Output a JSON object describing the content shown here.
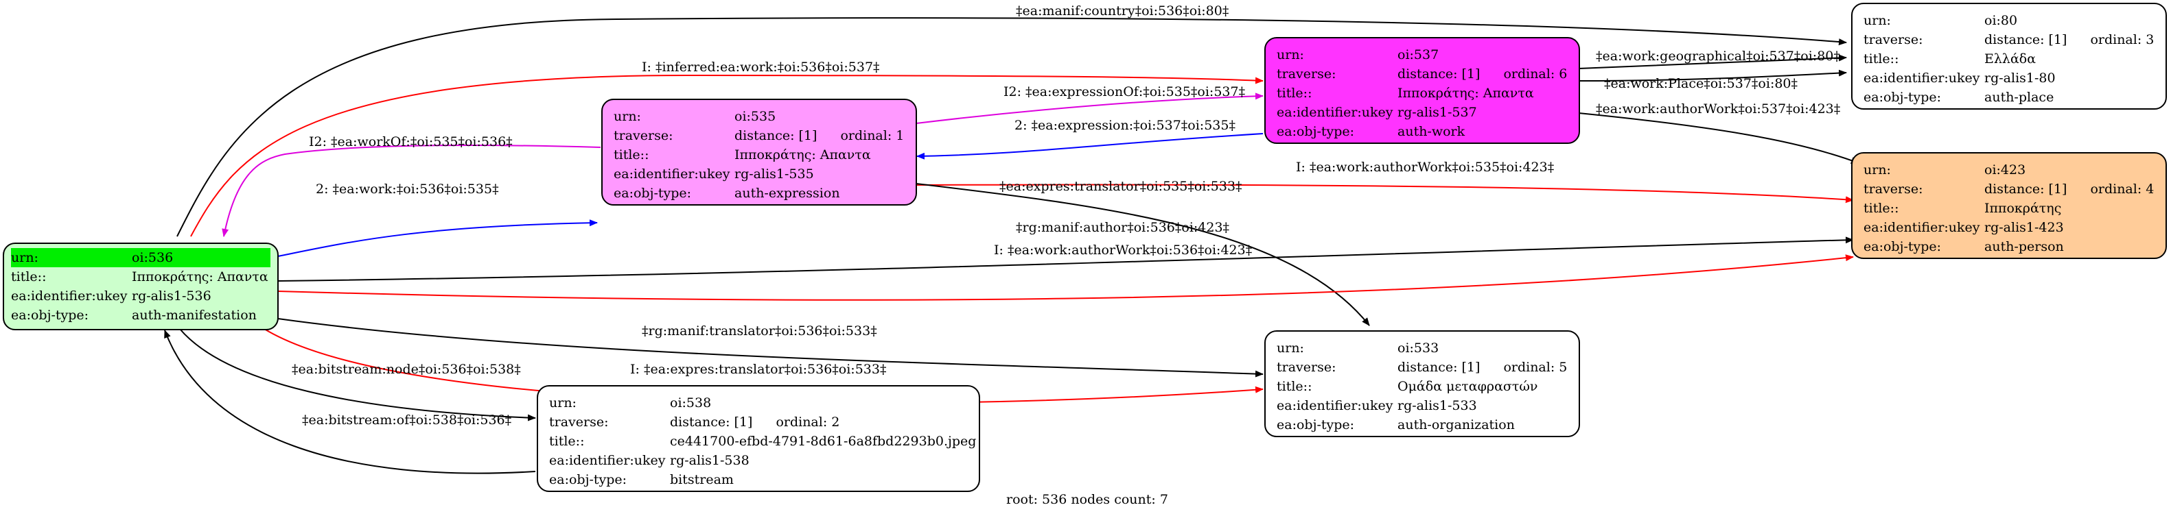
{
  "colors": {
    "root_fill": "#ccffcc",
    "root_highlight": "#00ee00",
    "expression_fill": "#ff99ff",
    "work_fill": "#ff33ff",
    "person_fill": "#ffcc99",
    "plain_fill": "#ffffff",
    "edge_black": "#000000",
    "edge_red": "#ff0000",
    "edge_blue": "#0000ff",
    "edge_magenta": "#dd00dd"
  },
  "nodes": {
    "oi536": {
      "rows": [
        {
          "k": "urn:",
          "v": "oi:536"
        },
        {
          "k": "title::",
          "v": "Ιπποκράτης: Απαντα"
        },
        {
          "k": "ea:identifier:ukey",
          "v": "rg-alis1-536"
        },
        {
          "k": "ea:obj-type:",
          "v": "auth-manifestation"
        }
      ]
    },
    "oi535": {
      "rows": [
        {
          "k": "urn:",
          "v": "oi:535"
        },
        {
          "k": "traverse:",
          "v": "distance: [1]",
          "extra": "ordinal: 1"
        },
        {
          "k": "title::",
          "v": "Ιπποκράτης: Απαντα"
        },
        {
          "k": "ea:identifier:ukey",
          "v": "rg-alis1-535"
        },
        {
          "k": "ea:obj-type:",
          "v": "auth-expression"
        }
      ]
    },
    "oi537": {
      "rows": [
        {
          "k": "urn:",
          "v": "oi:537"
        },
        {
          "k": "traverse:",
          "v": "distance: [1]",
          "extra": "ordinal: 6"
        },
        {
          "k": "title::",
          "v": "Ιπποκράτης: Απαντα"
        },
        {
          "k": "ea:identifier:ukey",
          "v": "rg-alis1-537"
        },
        {
          "k": "ea:obj-type:",
          "v": "auth-work"
        }
      ]
    },
    "oi80": {
      "rows": [
        {
          "k": "urn:",
          "v": "oi:80"
        },
        {
          "k": "traverse:",
          "v": "distance: [1]",
          "extra": "ordinal: 3"
        },
        {
          "k": "title::",
          "v": "Ελλάδα"
        },
        {
          "k": "ea:identifier:ukey",
          "v": "rg-alis1-80"
        },
        {
          "k": "ea:obj-type:",
          "v": "auth-place"
        }
      ]
    },
    "oi423": {
      "rows": [
        {
          "k": "urn:",
          "v": "oi:423"
        },
        {
          "k": "traverse:",
          "v": "distance: [1]",
          "extra": "ordinal: 4"
        },
        {
          "k": "title::",
          "v": "Ιπποκράτης"
        },
        {
          "k": "ea:identifier:ukey",
          "v": "rg-alis1-423"
        },
        {
          "k": "ea:obj-type:",
          "v": "auth-person"
        }
      ]
    },
    "oi533": {
      "rows": [
        {
          "k": "urn:",
          "v": "oi:533"
        },
        {
          "k": "traverse:",
          "v": "distance: [1]",
          "extra": "ordinal: 5"
        },
        {
          "k": "title::",
          "v": "Ομάδα μεταφραστών"
        },
        {
          "k": "ea:identifier:ukey",
          "v": "rg-alis1-533"
        },
        {
          "k": "ea:obj-type:",
          "v": "auth-organization"
        }
      ]
    },
    "oi538": {
      "rows": [
        {
          "k": "urn:",
          "v": "oi:538"
        },
        {
          "k": "traverse:",
          "v": "distance: [1]",
          "extra": "ordinal: 2"
        },
        {
          "k": "title::",
          "v": "ce441700-efbd-4791-8d61-6a8fbd2293b0.jpeg"
        },
        {
          "k": "ea:identifier:ukey",
          "v": "rg-alis1-538"
        },
        {
          "k": "ea:obj-type:",
          "v": "bitstream"
        }
      ]
    }
  },
  "edges": [
    {
      "label": "‡ea:manif:country‡oi:536‡oi:80‡",
      "color": "black"
    },
    {
      "label": "I: ‡inferred:ea:work:‡oi:536‡oi:537‡",
      "color": "red"
    },
    {
      "label": "I2: ‡ea:workOf:‡oi:535‡oi:536‡",
      "color": "magenta"
    },
    {
      "label": "2: ‡ea:work:‡oi:536‡oi:535‡",
      "color": "blue"
    },
    {
      "label": "I2: ‡ea:expressionOf:‡oi:535‡oi:537‡",
      "color": "magenta"
    },
    {
      "label": "2: ‡ea:expression:‡oi:537‡oi:535‡",
      "color": "blue"
    },
    {
      "label": "‡ea:work:geographical‡oi:537‡oi:80‡",
      "color": "black"
    },
    {
      "label": "‡ea:work:Place‡oi:537‡oi:80‡",
      "color": "black"
    },
    {
      "label": "‡ea:work:authorWork‡oi:537‡oi:423‡",
      "color": "black"
    },
    {
      "label": "I: ‡ea:work:authorWork‡oi:535‡oi:423‡",
      "color": "red"
    },
    {
      "label": "‡ea:expres:translator‡oi:535‡oi:533‡",
      "color": "black"
    },
    {
      "label": "‡rg:manif:author‡oi:536‡oi:423‡",
      "color": "black"
    },
    {
      "label": "I: ‡ea:work:authorWork‡oi:536‡oi:423‡",
      "color": "red"
    },
    {
      "label": "‡rg:manif:translator‡oi:536‡oi:533‡",
      "color": "black"
    },
    {
      "label": "I: ‡ea:expres:translator‡oi:536‡oi:533‡",
      "color": "red"
    },
    {
      "label": "‡ea:bitstream:node‡oi:536‡oi:538‡",
      "color": "black"
    },
    {
      "label": "‡ea:bitstream:of‡oi:538‡oi:536‡",
      "color": "black"
    }
  ],
  "footer": "root: 536 nodes count: 7"
}
